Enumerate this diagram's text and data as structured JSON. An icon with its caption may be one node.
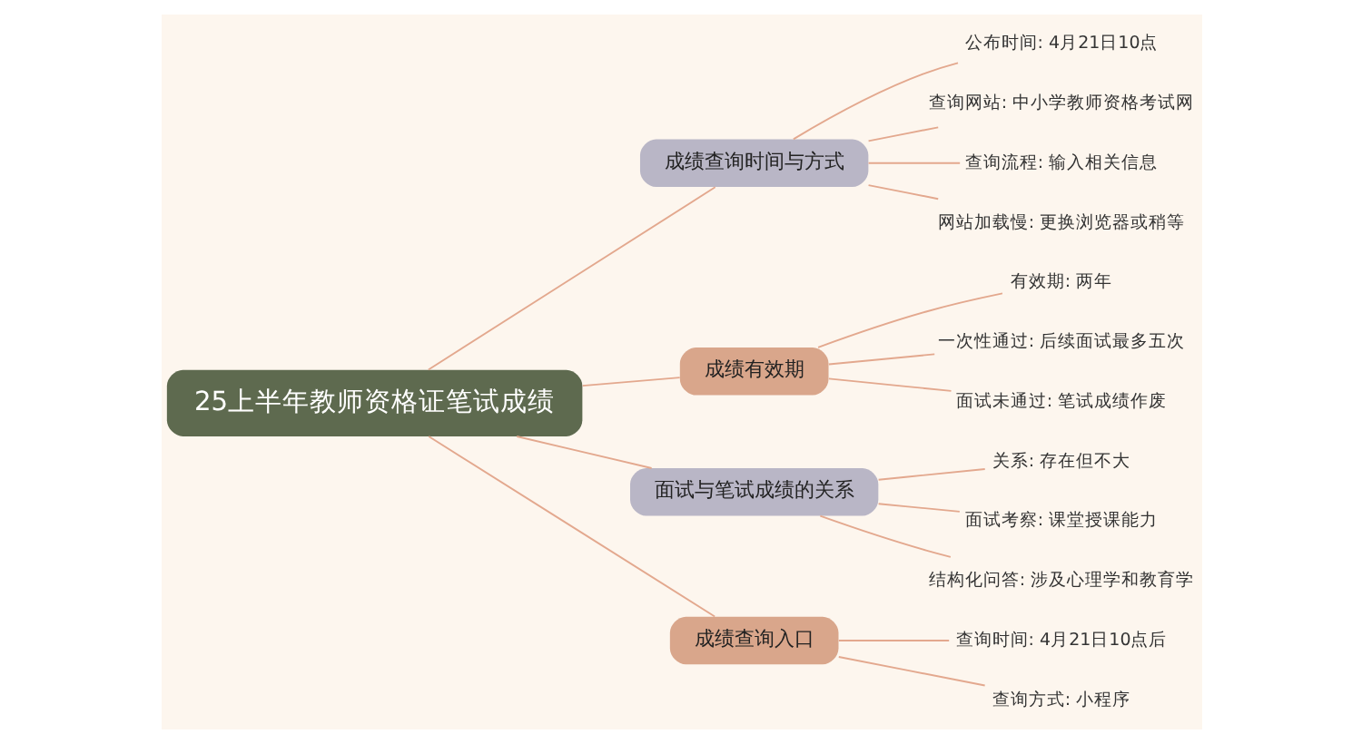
{
  "diagram": {
    "nodes": [
      {
        "text": [
          "25上半年教师资格证笔试成绩"
        ]
      },
      {
        "text": [
          "成绩查询时间与方式"
        ]
      },
      {
        "text": [
          "公布时间: 4月21日10点"
        ]
      },
      {
        "text": [
          "查询网站: 中小学教师资格考试网"
        ]
      },
      {
        "text": [
          "查询流程: 输入相关信息"
        ]
      },
      {
        "text": [
          "网站加载慢: 更换浏览器或稍等"
        ]
      },
      {
        "text": [
          "成绩有效期"
        ]
      },
      {
        "text": [
          "有效期: 两年"
        ]
      },
      {
        "text": [
          "一次性通过: 后续面试最多五次"
        ]
      },
      {
        "text": [
          "面试未通过: 笔试成绩作废"
        ]
      },
      {
        "text": [
          "面试与笔试成绩的关系"
        ]
      },
      {
        "text": [
          "关系: 存在但不大"
        ]
      },
      {
        "text": [
          "面试考察: 课堂授课能力"
        ]
      },
      {
        "text": [
          "结构化问答: 涉及心理学和教育学"
        ]
      },
      {
        "text": [
          "成绩查询入口"
        ]
      },
      {
        "text": [
          "查询时间: 4月21日10点后"
        ]
      },
      {
        "text": [
          "查询方式: 小程序"
        ]
      }
    ],
    "edges": [
      {
        "from": 0,
        "to": 1,
        "arrow": "none"
      },
      {
        "from": 1,
        "to": 2,
        "arrow": "none"
      },
      {
        "from": 1,
        "to": 3,
        "arrow": "none"
      },
      {
        "from": 1,
        "to": 4,
        "arrow": "none"
      },
      {
        "from": 1,
        "to": 5,
        "arrow": "none"
      },
      {
        "from": 0,
        "to": 6,
        "arrow": "none"
      },
      {
        "from": 6,
        "to": 7,
        "arrow": "none"
      },
      {
        "from": 6,
        "to": 8,
        "arrow": "none"
      },
      {
        "from": 6,
        "to": 9,
        "arrow": "none"
      },
      {
        "from": 0,
        "to": 10,
        "arrow": "none"
      },
      {
        "from": 10,
        "to": 11,
        "arrow": "none"
      },
      {
        "from": 10,
        "to": 12,
        "arrow": "none"
      },
      {
        "from": 10,
        "to": 13,
        "arrow": "none"
      },
      {
        "from": 0,
        "to": 14,
        "arrow": "none"
      },
      {
        "from": 14,
        "to": 15,
        "arrow": "none"
      },
      {
        "from": 14,
        "to": 16,
        "arrow": "none"
      }
    ]
  }
}
